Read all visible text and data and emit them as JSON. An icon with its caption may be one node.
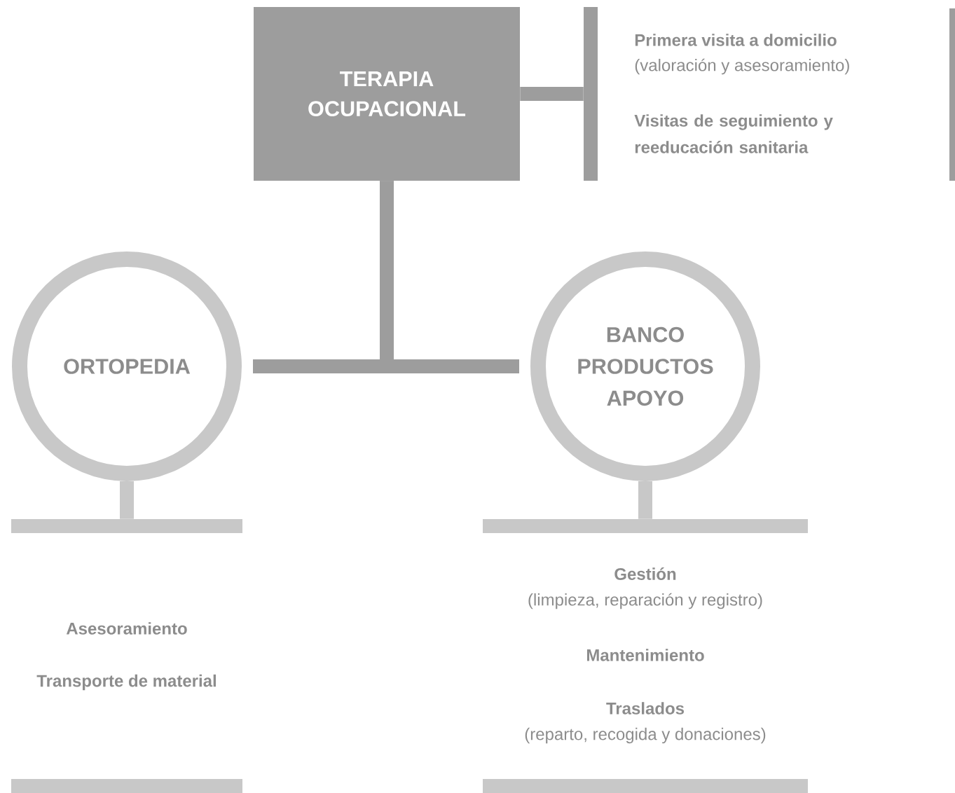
{
  "diagram": {
    "nodes": [
      {
        "text": [
          "TERAPIA OCUPACIONAL"
        ]
      },
      {
        "text": [],
        "shape": "bar"
      },
      {
        "text": [
          "ORTOPEDIA"
        ]
      },
      {
        "text": [
          "BANCO PRODUCTOS APOYO"
        ]
      },
      {
        "text": [],
        "shape": "bar"
      },
      {
        "text": [],
        "shape": "bar"
      },
      {
        "text": [],
        "shape": "bar"
      },
      {
        "text": [],
        "shape": "bar"
      }
    ],
    "edges": [
      {
        "from": 0,
        "to": 1,
        "arrow": "none"
      },
      {
        "from": 0,
        "to": 2,
        "arrow": "none"
      },
      {
        "from": 0,
        "to": 3,
        "arrow": "none"
      },
      {
        "from": 2,
        "to": 4,
        "arrow": "none",
        "color": "#c8c8c8"
      },
      {
        "from": 3,
        "to": 5,
        "arrow": "none",
        "color": "#c8c8c8"
      }
    ],
    "labels": [
      "Primera visita a domicilio",
      "(valoración y asesoramiento)",
      "Visitas de seguimiento y reeducación sanitaria",
      "Asesoramiento",
      "Transporte de material",
      "Gestión",
      "(limpieza, reparación y registro)",
      "Mantenimiento",
      "Traslados",
      "(reparto, recogida y donaciones)"
    ]
  }
}
